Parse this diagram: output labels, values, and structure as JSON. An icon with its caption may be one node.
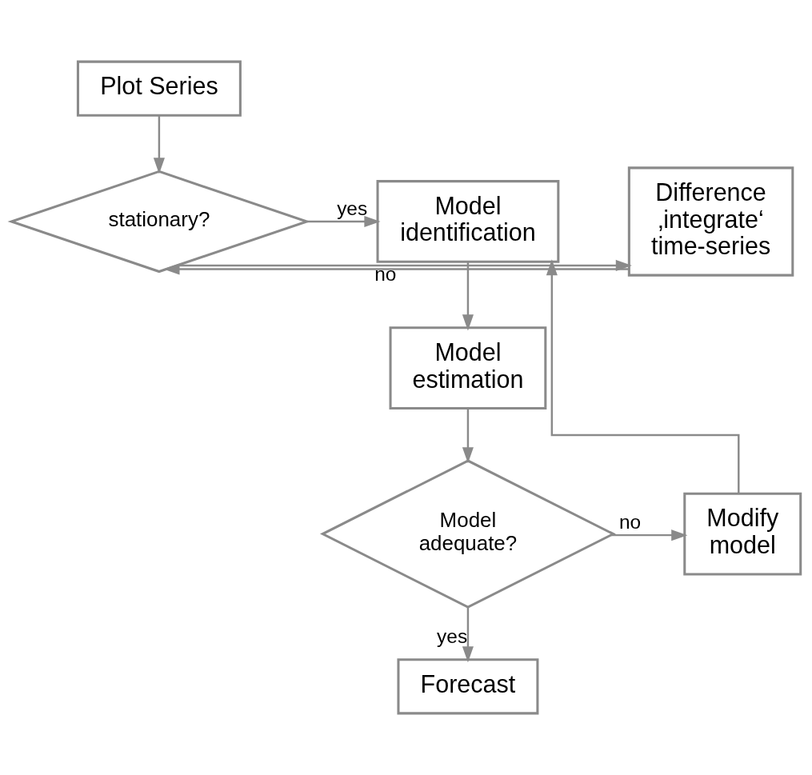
{
  "diagram": {
    "nodes": [
      {
        "text": [
          "Plot Series"
        ]
      },
      {
        "text": [
          "stationary?"
        ]
      },
      {
        "text": [
          "Difference ‚integrate‘ time-series"
        ]
      },
      {
        "text": [
          "Model identification"
        ]
      },
      {
        "text": [
          "Model estimation"
        ]
      },
      {
        "text": [
          "Model adequate?"
        ]
      },
      {
        "text": [
          "Modify model"
        ]
      },
      {
        "text": [
          "Forecast"
        ]
      }
    ],
    "edges": [
      {
        "from": 0,
        "to": 1,
        "arrow": "to"
      },
      {
        "from": 1,
        "to": 2,
        "arrow": "to",
        "label": "no"
      },
      {
        "from": 2,
        "to": 1,
        "arrow": "to"
      },
      {
        "from": 1,
        "to": 3,
        "arrow": "to",
        "label": "yes"
      },
      {
        "from": 3,
        "to": 4,
        "arrow": "to"
      },
      {
        "from": 4,
        "to": 5,
        "arrow": "to"
      },
      {
        "from": 5,
        "to": 6,
        "arrow": "to",
        "label": "no"
      },
      {
        "from": 6,
        "to": 3,
        "arrow": "to"
      },
      {
        "from": 5,
        "to": 7,
        "arrow": "to",
        "label": "yes"
      }
    ]
  }
}
